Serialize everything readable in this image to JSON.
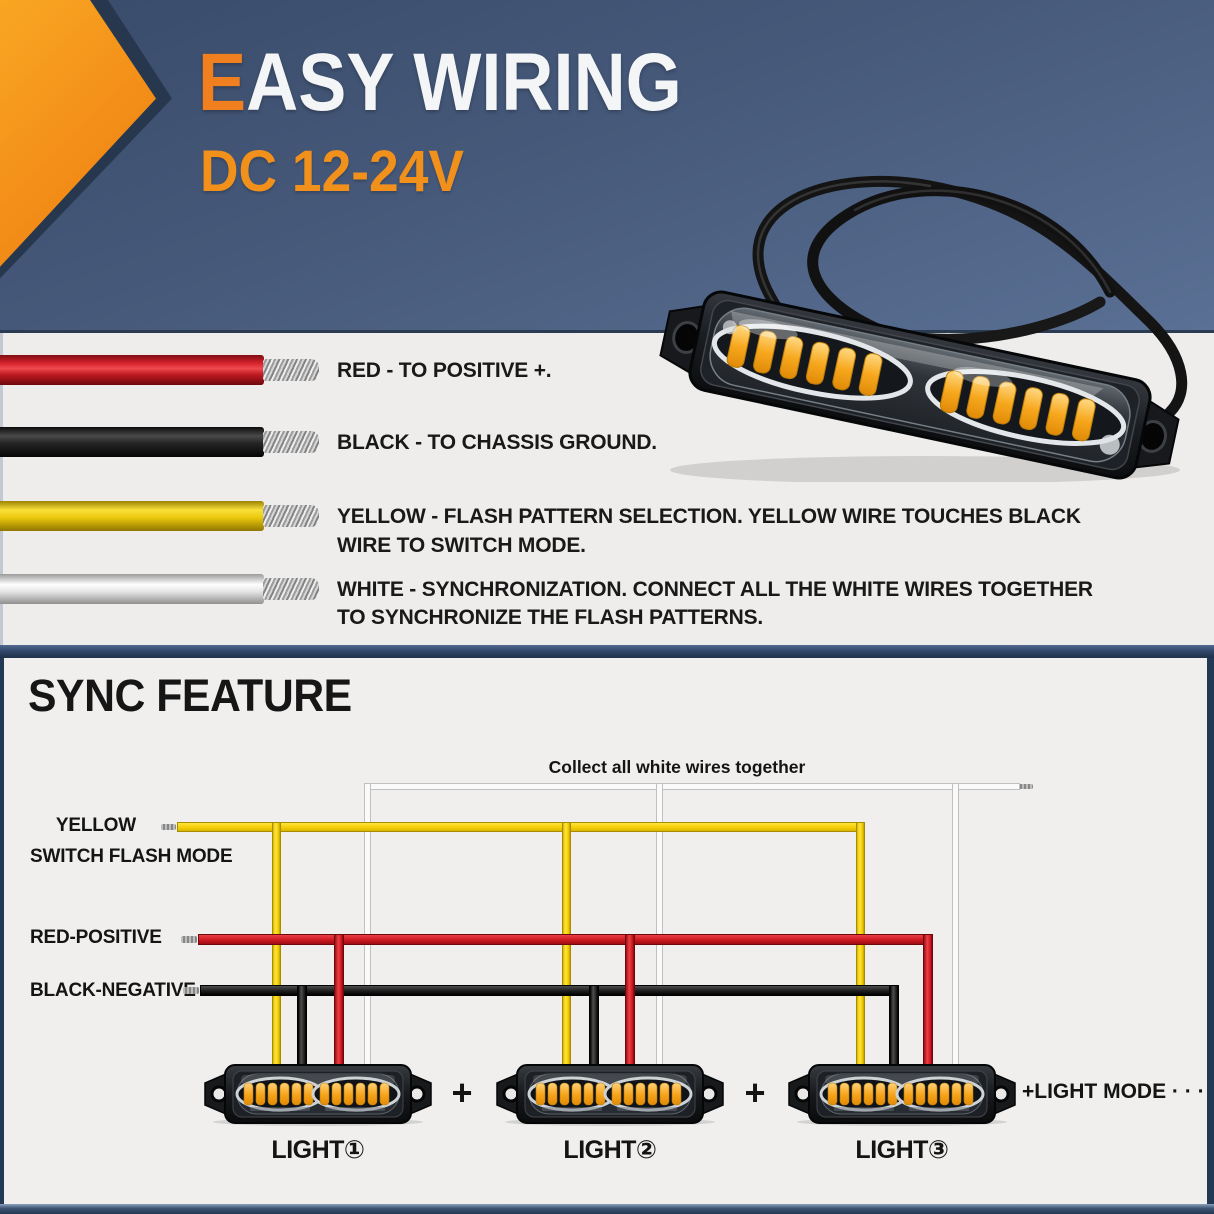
{
  "banner": {
    "title_accent": "E",
    "title_rest": "ASY WIRING",
    "subtitle": "DC 12-24V"
  },
  "wires": [
    {
      "name": "red",
      "line1": "RED - TO POSITIVE +."
    },
    {
      "name": "black",
      "line1": "BLACK - TO CHASSIS GROUND."
    },
    {
      "name": "yellow",
      "line1": "YELLOW - FLASH PATTERN SELECTION. YELLOW WIRE TOUCHES BLACK",
      "line2": "WIRE TO SWITCH MODE."
    },
    {
      "name": "white",
      "line1": "WHITE - SYNCHRONIZATION. CONNECT ALL THE WHITE WIRES TOGETHER",
      "line2": "TO SYNCHRONIZE THE FLASH PATTERNS."
    }
  ],
  "sync": {
    "title": "SYNC FEATURE",
    "collect_note": "Collect all white wires together",
    "labels": {
      "yellow": "YELLOW",
      "yellow_sub": "SWITCH FLASH MODE",
      "red": "RED-POSITIVE",
      "black": "BLACK-NEGATIVE"
    },
    "lights": [
      "LIGHT①",
      "LIGHT②",
      "LIGHT③"
    ],
    "plus": "+",
    "light_mode": "+LIGHT MODE · · ·"
  },
  "colors": {
    "accent_orange": "#f0801f",
    "banner_navy": "#46597a",
    "wire_red": "#cc1820",
    "wire_yellow": "#f4cd06",
    "wire_black": "#1d1d1d",
    "wire_white": "#fafafa",
    "led_amber": "#f5a31a"
  }
}
